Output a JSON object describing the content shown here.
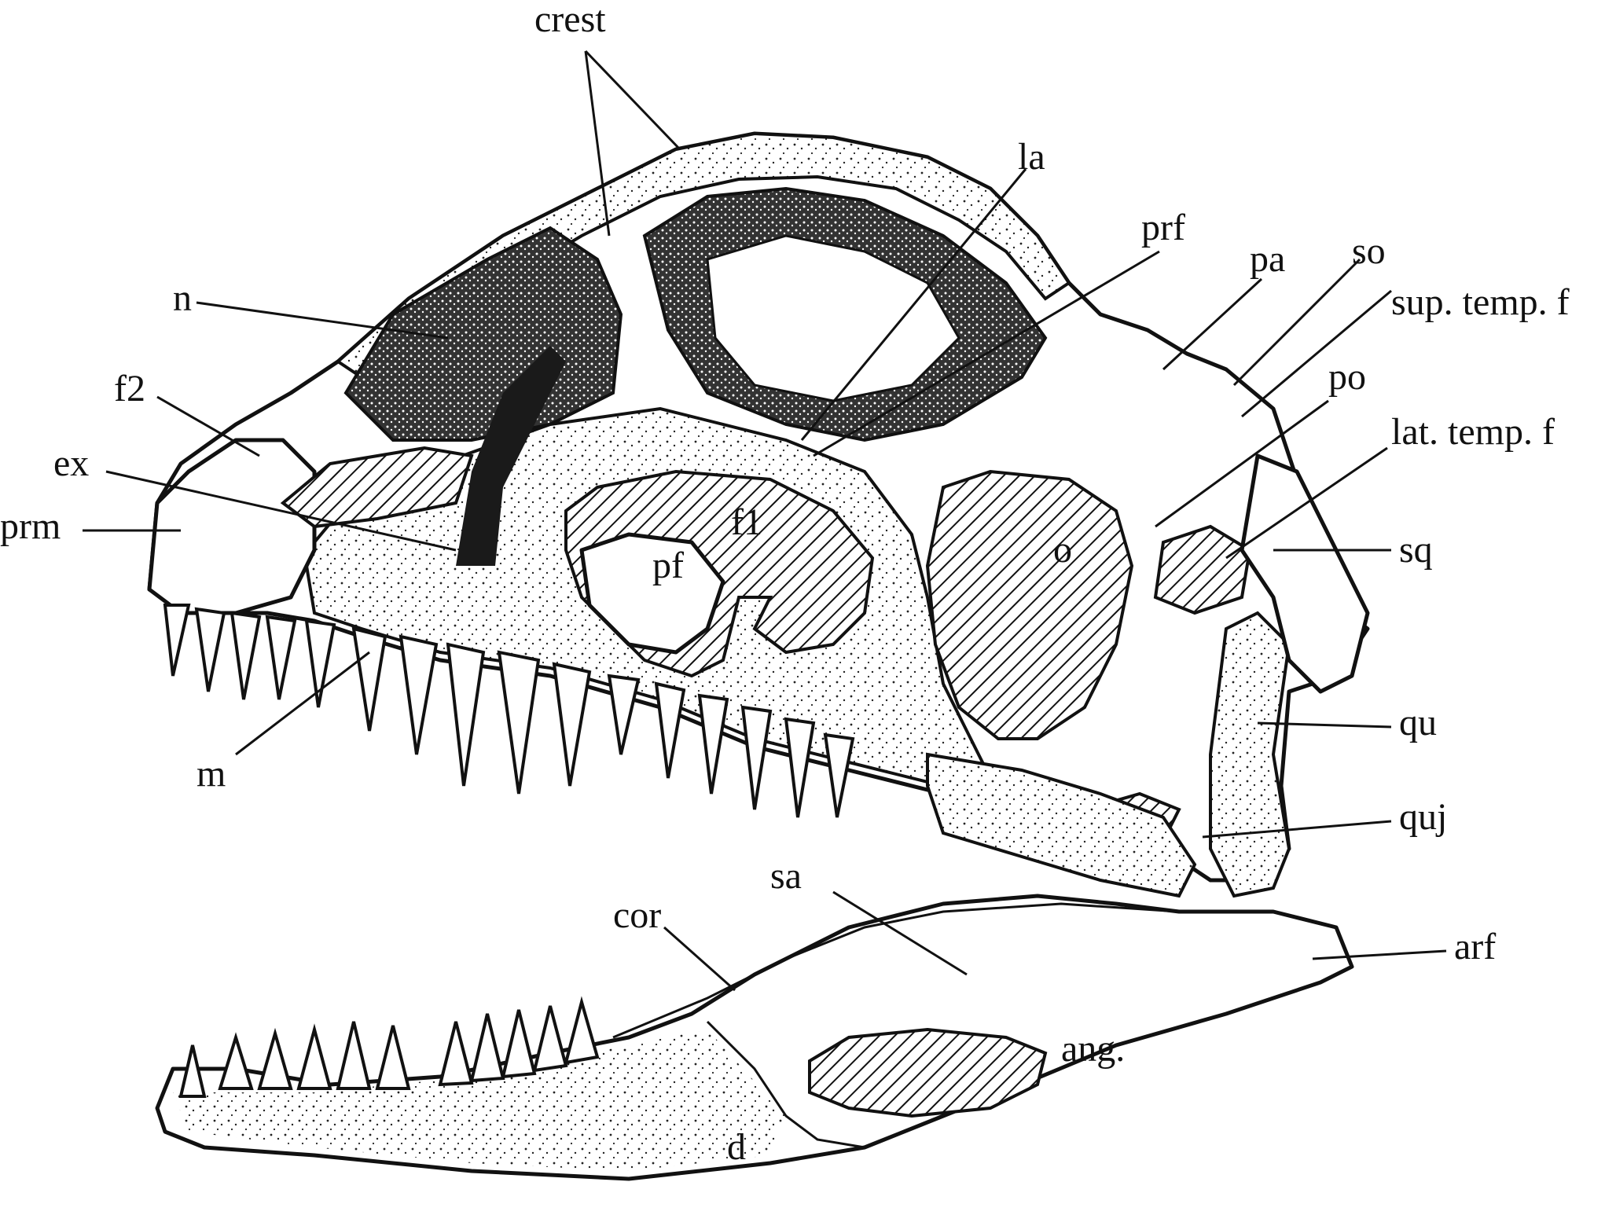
{
  "figure": {
    "labels": {
      "crest": "crest",
      "la": "la",
      "prf": "prf",
      "pa": "pa",
      "so": "so",
      "sup_temp_f": "sup. temp. f",
      "po": "po",
      "lat_temp_f": "lat. temp. f",
      "sq": "sq",
      "qu": "qu",
      "quj": "quj",
      "arf": "arf",
      "n": "n",
      "f2": "f2",
      "ex": "ex",
      "prm": "prm",
      "m": "m",
      "f1": "f1",
      "pf": "pf",
      "o": "o",
      "sa": "sa",
      "cor": "cor",
      "ang": "ang.",
      "d": "d"
    }
  }
}
